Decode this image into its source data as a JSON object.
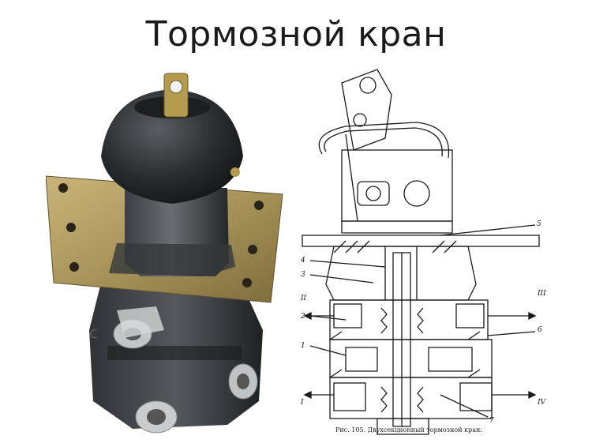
{
  "slide": {
    "title": "Тормозной кран"
  },
  "diagram": {
    "caption": "Рис. 105. Двухсекционный тормозной кран:",
    "callouts": [
      "5",
      "4",
      "3",
      "II",
      "III",
      "2",
      "6",
      "1",
      "I",
      "IV",
      "7"
    ]
  },
  "photo": {
    "watermark": "c"
  },
  "colors": {
    "body_dark": "#2a2d30",
    "plate": "#a8945a",
    "metal": "#8a8d90",
    "line": "#1a1a1a"
  }
}
